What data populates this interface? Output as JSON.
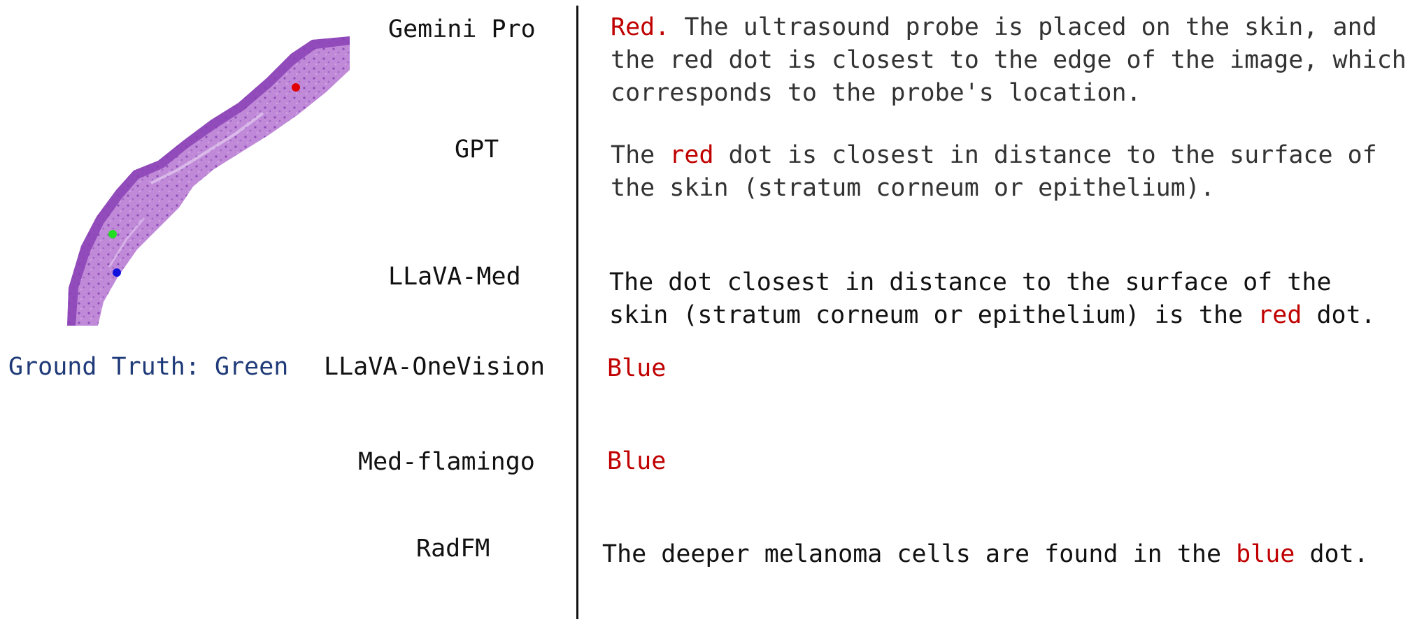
{
  "image": {
    "description_icon": "histology-slide-icon",
    "dot_colors": {
      "red": "#e00000",
      "green": "#22dd22",
      "blue": "#1111dd"
    }
  },
  "ground_truth": "Ground Truth: Green",
  "models": [
    {
      "name": "Gemini Pro"
    },
    {
      "name": "GPT"
    },
    {
      "name": "LLaVA-Med"
    },
    {
      "name": "LLaVA-OneVision"
    },
    {
      "name": "Med-flamingo"
    },
    {
      "name": "RadFM"
    }
  ],
  "answers": {
    "gemini": {
      "line1_colored": "Red.",
      "line1_rest": " The ultrasound probe is placed on the skin, and",
      "line2": "the red dot is closest to the edge of the image, which",
      "line3": "corresponds to the probe's location."
    },
    "gpt": {
      "line1_pre": "The ",
      "line1_colored": "red",
      "line1_post": " dot is closest in distance to the surface of",
      "line2": "the skin (stratum corneum or epithelium)."
    },
    "llava_med": {
      "line1": "The dot closest in distance to the surface of the",
      "line2_pre": "skin (stratum corneum or epithelium) is the ",
      "line2_colored": "red",
      "line2_post": " dot."
    },
    "llava_onevision": "Blue",
    "med_flamingo": "Blue",
    "radfm": {
      "pre": "The deeper melanoma cells are found in the ",
      "colored": "blue",
      "post": " dot."
    }
  },
  "colors": {
    "answer_highlight": "#c00000",
    "ground_truth": "#1f3a78"
  }
}
